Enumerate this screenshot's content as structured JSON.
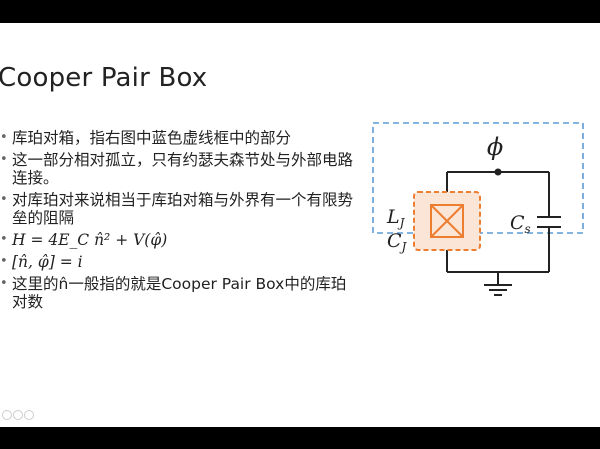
{
  "slide": {
    "title": "Cooper Pair Box",
    "bullets": [
      "库珀对箱，指右图中蓝色虚线框中的部分",
      "这一部分相对孤立，只有约瑟夫森节处与外部电路连接。",
      "对库珀对来说相当于库珀对箱与外界有一个有限势垒的阻隔",
      "H = 4E_C n̂² + V(φ̂)",
      "[n̂, φ̂] = i",
      "这里的n̂一般指的就是Cooper Pair Box中的库珀对数"
    ]
  },
  "diagram": {
    "phi_label": "ϕ",
    "lj_label": "L",
    "lj_sub": "J",
    "cj_label": "C",
    "cj_sub": "J",
    "cs_label": "C",
    "cs_sub": "s",
    "box_color": "#5b9bd5",
    "junction_fill": "#fbe5d6",
    "junction_stroke": "#ed7d31",
    "wire_color": "#222222"
  },
  "icons": [
    "presenter-controls-icon"
  ]
}
